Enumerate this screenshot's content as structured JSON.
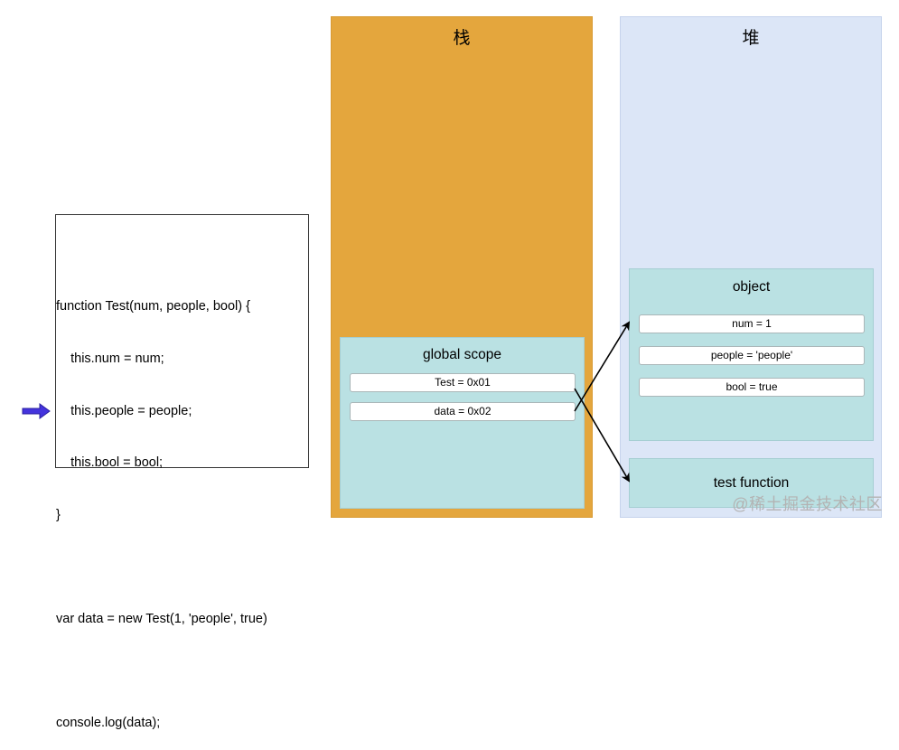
{
  "code": {
    "lines": [
      "function Test(num, people, bool) {",
      "    this.num = num;",
      "    this.people = people;",
      "    this.bool = bool;",
      "}",
      "",
      "var data = new Test(1, 'people', true)",
      "",
      "console.log(data);"
    ],
    "pointer_icon": "right-arrow-icon",
    "pointer_color": "#4433dd"
  },
  "stack": {
    "title": "栈",
    "color": "#e4a63d",
    "scope": {
      "title": "global scope",
      "slots": [
        "Test = 0x01",
        "data = 0x02"
      ]
    }
  },
  "heap": {
    "title": "堆",
    "color": "#dce6f7",
    "object": {
      "title": "object",
      "slots": [
        "num = 1",
        "people = 'people'",
        "bool = true"
      ]
    },
    "test_function": {
      "title": "test function"
    }
  },
  "links": [
    {
      "from": "data = 0x02",
      "to": "object"
    },
    {
      "from": "Test = 0x01",
      "to": "test function"
    }
  ],
  "watermark": "@稀土掘金技术社区"
}
